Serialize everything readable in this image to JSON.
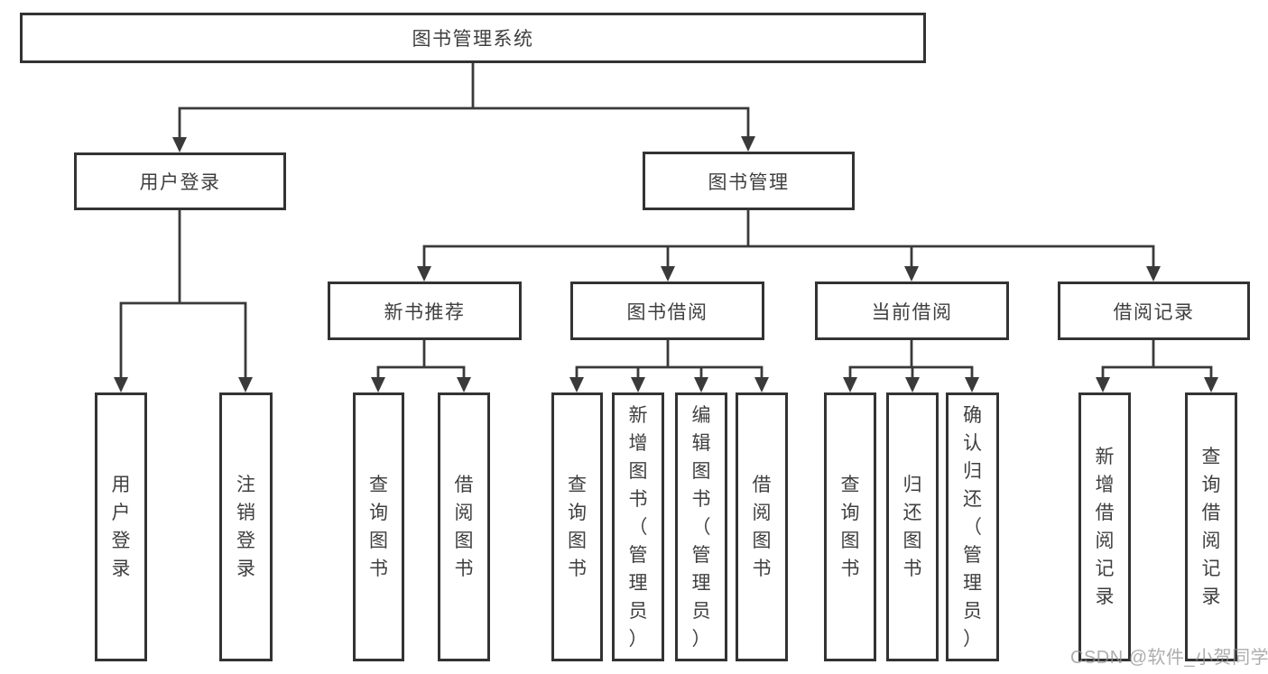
{
  "tree": {
    "root": "图书管理系统",
    "branches": [
      {
        "label": "用户登录",
        "children": [
          {
            "label": "用户登录"
          },
          {
            "label": "注销登录"
          }
        ]
      },
      {
        "label": "图书管理",
        "children": [
          {
            "label": "新书推荐",
            "children": [
              {
                "label": "查询图书"
              },
              {
                "label": "借阅图书"
              }
            ]
          },
          {
            "label": "图书借阅",
            "children": [
              {
                "label": "查询图书"
              },
              {
                "label": "新增图书（管理员）"
              },
              {
                "label": "编辑图书（管理员）"
              },
              {
                "label": "借阅图书"
              }
            ]
          },
          {
            "label": "当前借阅",
            "children": [
              {
                "label": "查询图书"
              },
              {
                "label": "归还图书"
              },
              {
                "label": "确认归还（管理员）"
              }
            ]
          },
          {
            "label": "借阅记录",
            "children": [
              {
                "label": "新增借阅记录"
              },
              {
                "label": "查询借阅记录"
              }
            ]
          }
        ]
      }
    ]
  },
  "watermark": {
    "text": "CSDN @软件_小贺同学",
    "color": "#919191"
  },
  "colors": {
    "background": "#ffffff",
    "line": "#3a3a3a",
    "box_border": "#333333",
    "text": "#3f3f3f"
  }
}
